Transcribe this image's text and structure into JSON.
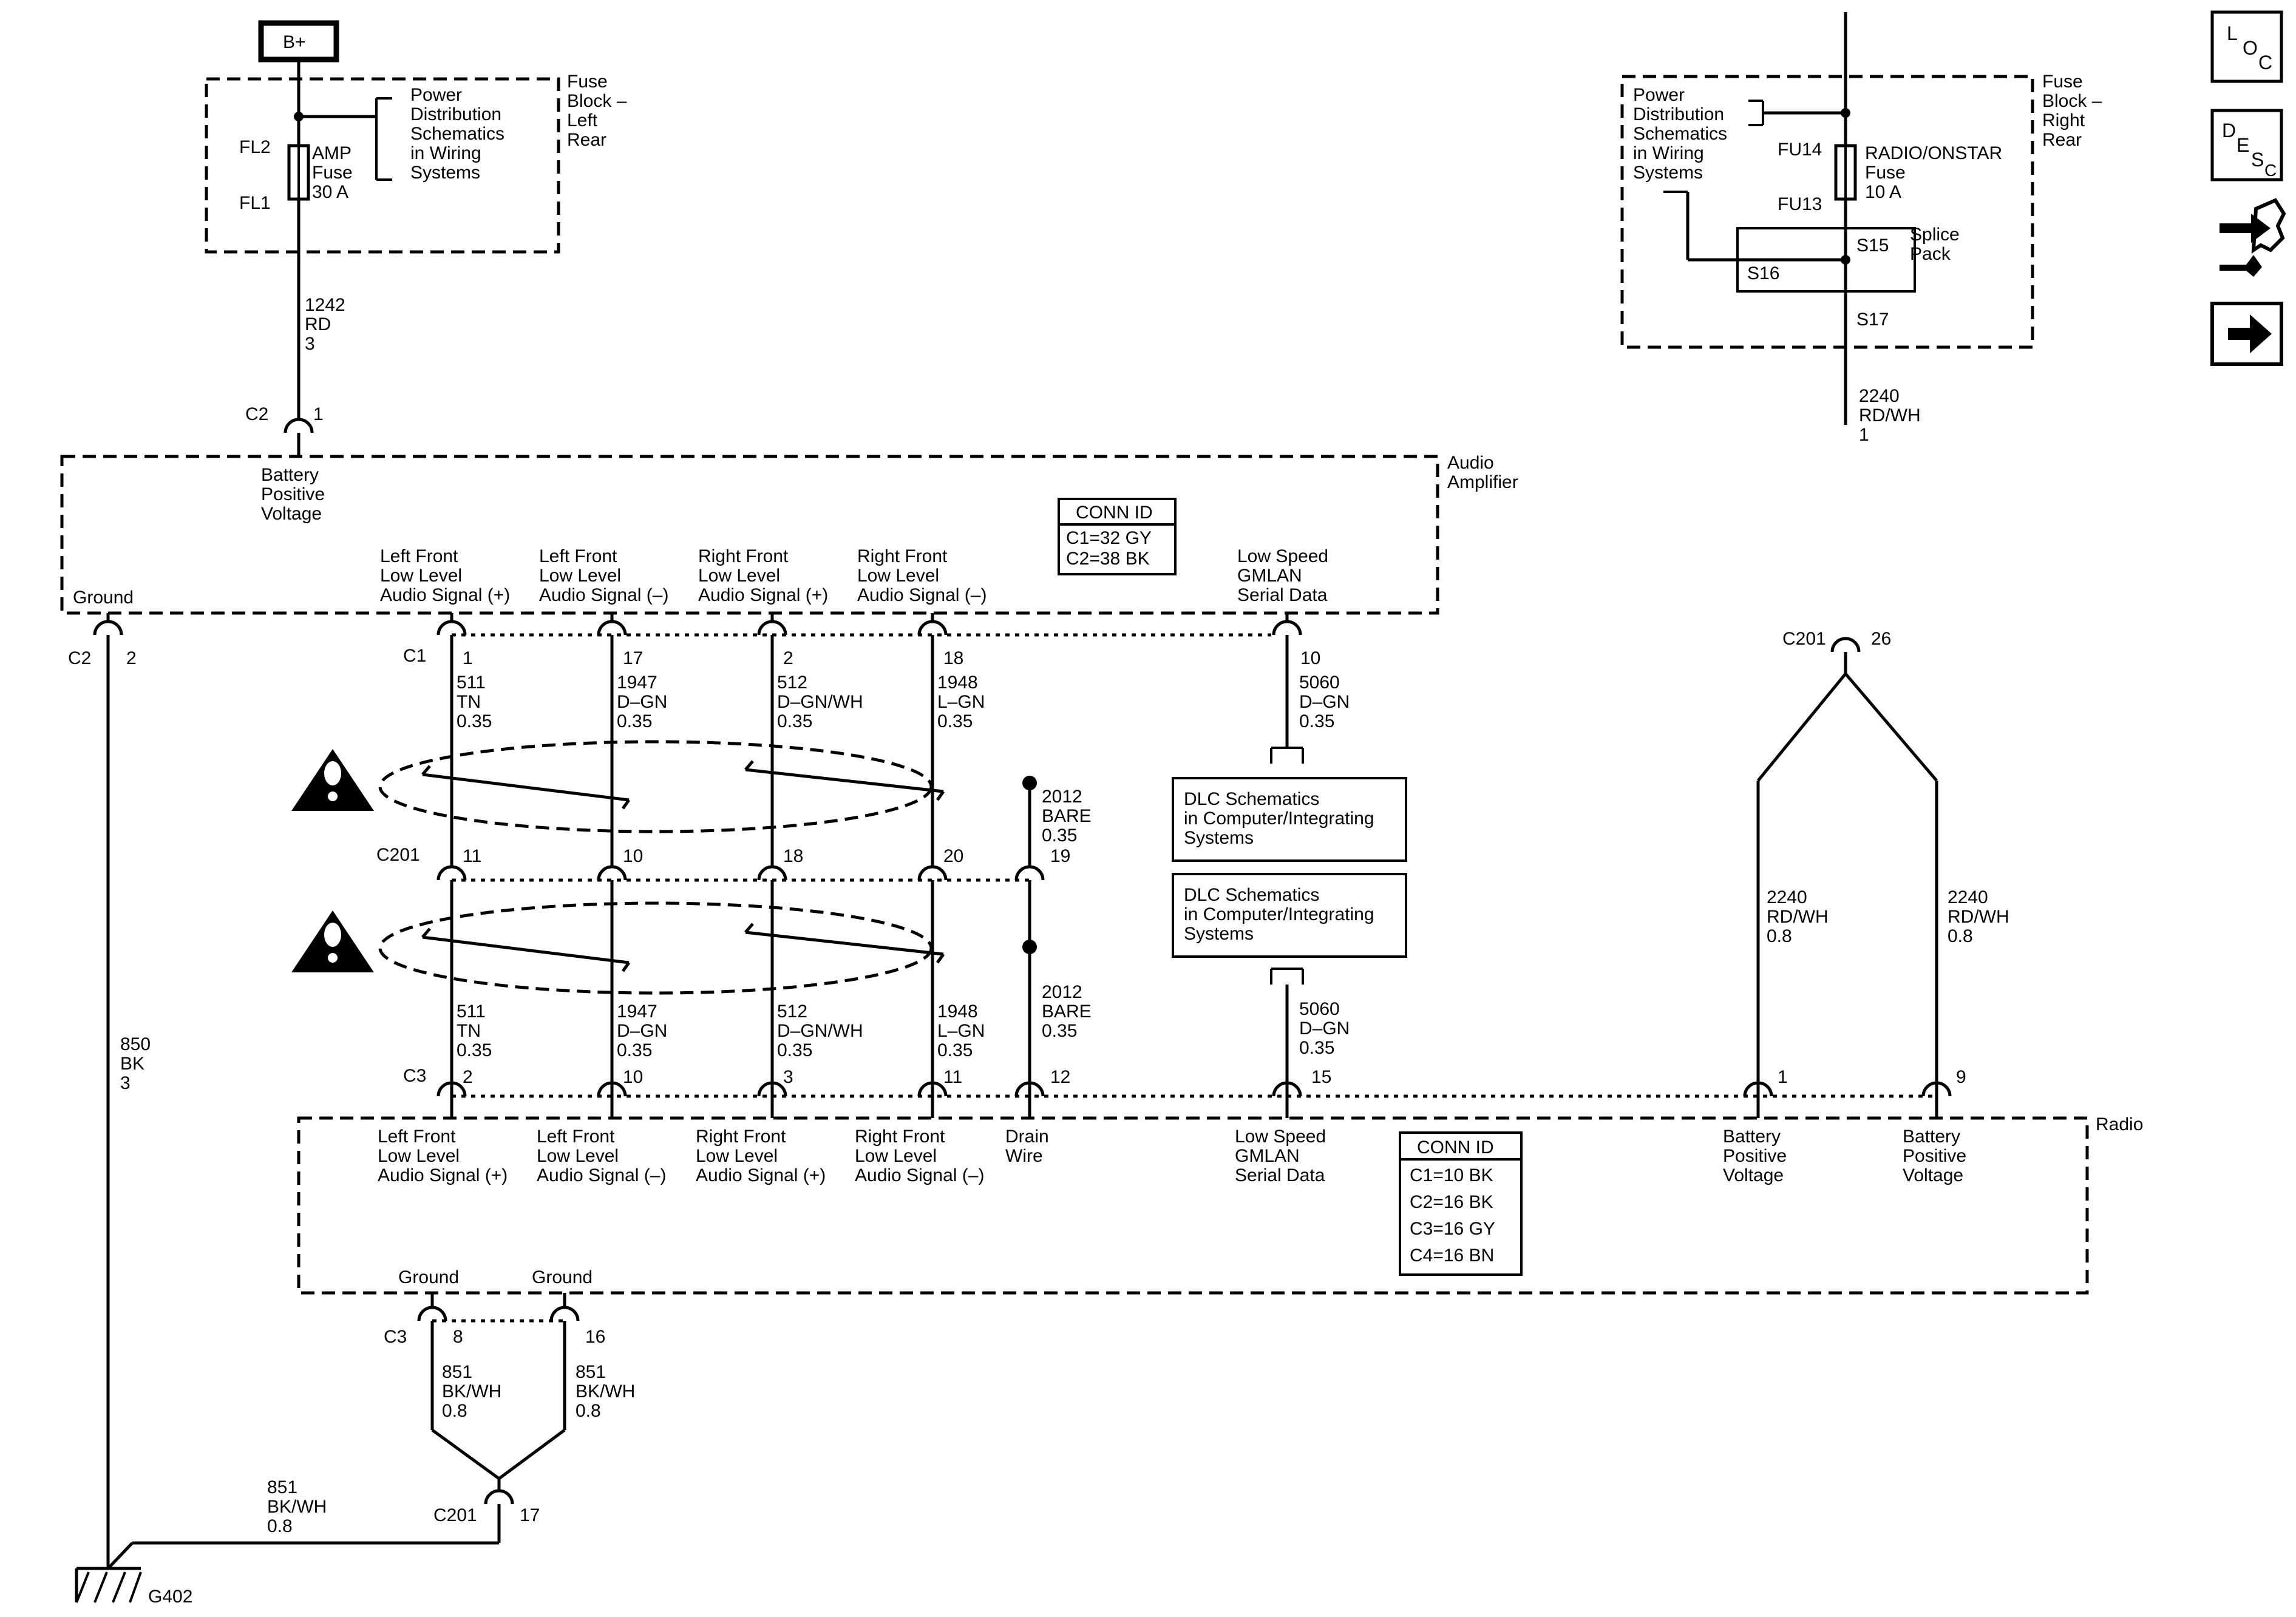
{
  "power": {
    "bplus": "B+"
  },
  "fuse_left": {
    "block_label": [
      "Fuse",
      "Block –",
      "Left",
      "Rear"
    ],
    "ref_label": [
      "Power",
      "Distribution",
      "Schematics",
      "in Wiring",
      "Systems"
    ],
    "fuse_label": [
      "AMP",
      "Fuse",
      "30 A"
    ],
    "fl2": "FL2",
    "fl1": "FL1"
  },
  "wire_1242": [
    "1242",
    "RD",
    "3"
  ],
  "conn_c2_top": {
    "name": "C2",
    "pin": "1"
  },
  "fuse_right": {
    "block_label": [
      "Fuse",
      "Block –",
      "Right",
      "Rear"
    ],
    "ref_label": [
      "Power",
      "Distribution",
      "Schematics",
      "in Wiring",
      "Systems"
    ],
    "fuse_label": [
      "RADIO/ONSTAR",
      "Fuse",
      "10 A"
    ],
    "fu14": "FU14",
    "fu13": "FU13",
    "s15": "S15",
    "s16": "S16",
    "s17": "S17",
    "splice_label": [
      "Splice",
      "Pack"
    ]
  },
  "wire_2240_top": [
    "2240",
    "RD/WH",
    "1"
  ],
  "amplifier": {
    "label": [
      "Audio",
      "Amplifier"
    ],
    "battery": [
      "Battery",
      "Positive",
      "Voltage"
    ],
    "ground": "Ground",
    "conn_id_title": "CONN ID",
    "conn_id": [
      "C1=32 GY",
      "C2=38 BK"
    ],
    "pins": [
      [
        "Left Front",
        "Low Level",
        "Audio Signal (+)"
      ],
      [
        "Left Front",
        "Low Level",
        "Audio Signal (–)"
      ],
      [
        "Right Front",
        "Low Level",
        "Audio Signal (+)"
      ],
      [
        "Right Front",
        "Low Level",
        "Audio Signal (–)"
      ],
      [
        "Low Speed",
        "GMLAN",
        "Serial Data"
      ]
    ]
  },
  "conn_c2_ground": {
    "name": "C2",
    "pin": "2"
  },
  "conn_c1": {
    "name": "C1",
    "pins": [
      "1",
      "17",
      "2",
      "18",
      "10"
    ]
  },
  "wires_top": [
    [
      "511",
      "TN",
      "0.35"
    ],
    [
      "1947",
      "D–GN",
      "0.35"
    ],
    [
      "512",
      "D–GN/WH",
      "0.35"
    ],
    [
      "1948",
      "L–GN",
      "0.35"
    ],
    [
      "5060",
      "D–GN",
      "0.35"
    ]
  ],
  "drain_top": [
    "2012",
    "BARE",
    "0.35"
  ],
  "conn_c201_mid": {
    "name": "C201",
    "pins": [
      "11",
      "10",
      "18",
      "20",
      "19"
    ]
  },
  "wires_bottom": [
    [
      "511",
      "TN",
      "0.35"
    ],
    [
      "1947",
      "D–GN",
      "0.35"
    ],
    [
      "512",
      "D–GN/WH",
      "0.35"
    ],
    [
      "1948",
      "L–GN",
      "0.35"
    ],
    [
      "5060",
      "D–GN",
      "0.35"
    ]
  ],
  "drain_bottom": [
    "2012",
    "BARE",
    "0.35"
  ],
  "dlc_ref": [
    "DLC Schematics",
    "in Computer/Integrating",
    "Systems"
  ],
  "conn_c201_right": {
    "name": "C201",
    "pin": "26"
  },
  "wires_2240": [
    [
      "2240",
      "RD/WH",
      "0.8"
    ],
    [
      "2240",
      "RD/WH",
      "0.8"
    ]
  ],
  "conn_c3": {
    "name": "C3",
    "pins": [
      "2",
      "10",
      "3",
      "11",
      "12",
      "15",
      "1",
      "9"
    ]
  },
  "radio": {
    "label": "Radio",
    "pins": [
      [
        "Left Front",
        "Low Level",
        "Audio Signal (+)"
      ],
      [
        "Left Front",
        "Low Level",
        "Audio Signal (–)"
      ],
      [
        "Right Front",
        "Low Level",
        "Audio Signal (+)"
      ],
      [
        "Right Front",
        "Low Level",
        "Audio Signal (–)"
      ],
      [
        "Drain",
        "Wire"
      ],
      [
        "Low Speed",
        "GMLAN",
        "Serial Data"
      ],
      [
        "Battery",
        "Positive",
        "Voltage"
      ],
      [
        "Battery",
        "Positive",
        "Voltage"
      ]
    ],
    "conn_id_title": "CONN ID",
    "conn_id": [
      "C1=10 BK",
      "C2=16 BK",
      "C3=16 GY",
      "C4=16 BN"
    ],
    "ground": [
      "Ground",
      "Ground"
    ]
  },
  "conn_c3_ground": {
    "name": "C3",
    "pins": [
      "8",
      "16"
    ]
  },
  "wires_851": [
    [
      "851",
      "BK/WH",
      "0.8"
    ],
    [
      "851",
      "BK/WH",
      "0.8"
    ]
  ],
  "conn_c201_ground": {
    "name": "C201",
    "pin": "17"
  },
  "wire_851_main": [
    "851",
    "BK/WH",
    "0.8"
  ],
  "wire_850": [
    "850",
    "BK",
    "3"
  ],
  "ground_ref": "G402",
  "nav": {
    "loc": [
      "L",
      "O",
      "C"
    ],
    "desc": [
      "D",
      "E",
      "S",
      "C"
    ]
  }
}
